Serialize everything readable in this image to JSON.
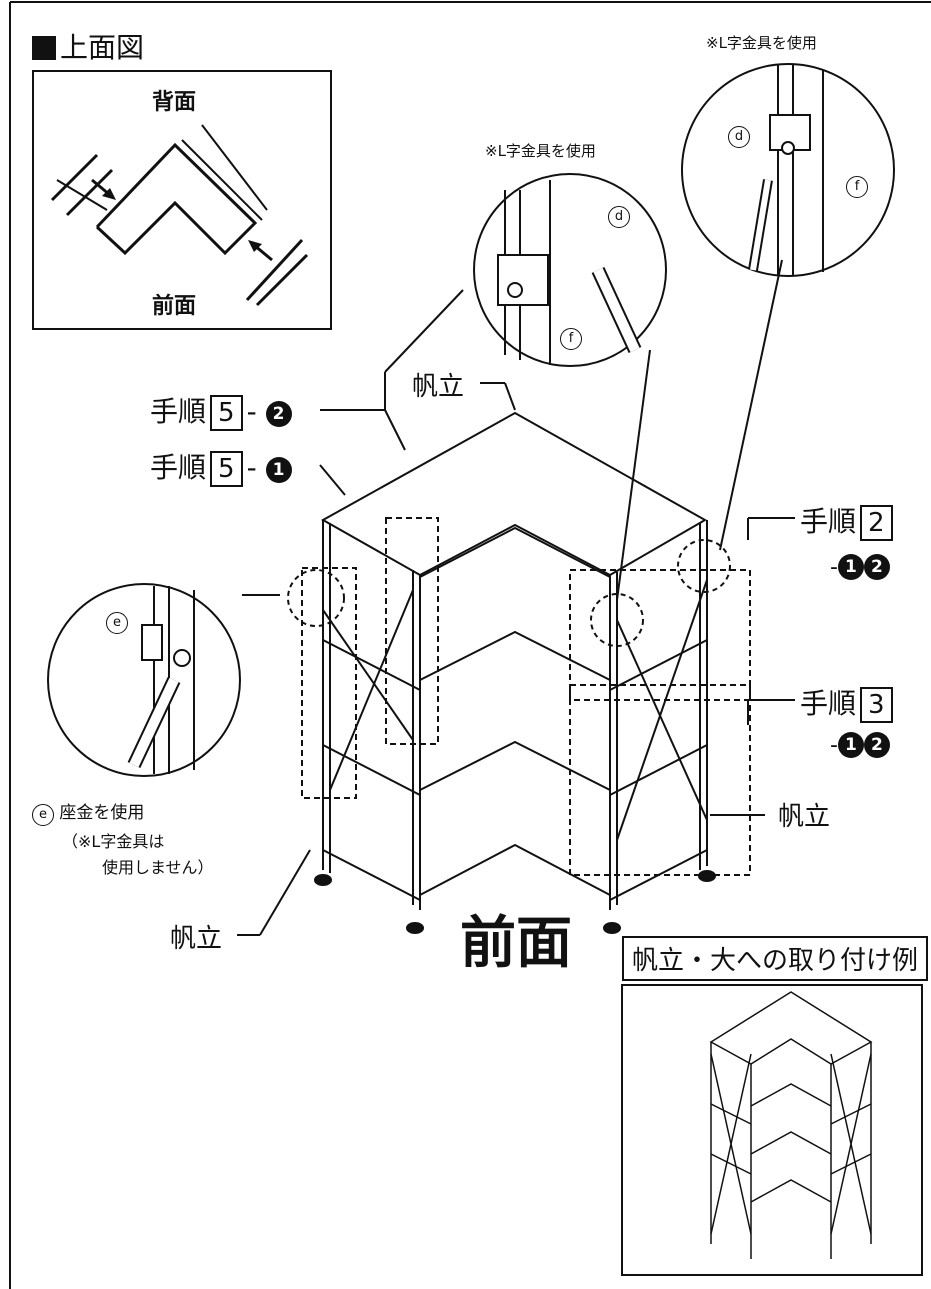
{
  "top_view": {
    "title": "上面図",
    "back_label": "背面",
    "front_label": "前面"
  },
  "callouts": {
    "l_bracket_note_upper": "※L字金具を使用",
    "l_bracket_note_mid": "※L字金具を使用",
    "part_d": "d",
    "part_f": "f",
    "part_e": "e",
    "washer_note": "座金を使用",
    "washer_sub1": "（※L字金具は",
    "washer_sub2": "使用しません）"
  },
  "steps": {
    "word": "手順",
    "step5_num": "5",
    "step5_2_mark": "2",
    "step5_1_mark": "1",
    "step2_num": "2",
    "step3_num": "3",
    "bullet_1": "1",
    "bullet_2": "2",
    "dash": "-"
  },
  "labels": {
    "hanritsu": "帆立",
    "front_big": "前面"
  },
  "example": {
    "title": "帆立・大への取り付け例"
  }
}
